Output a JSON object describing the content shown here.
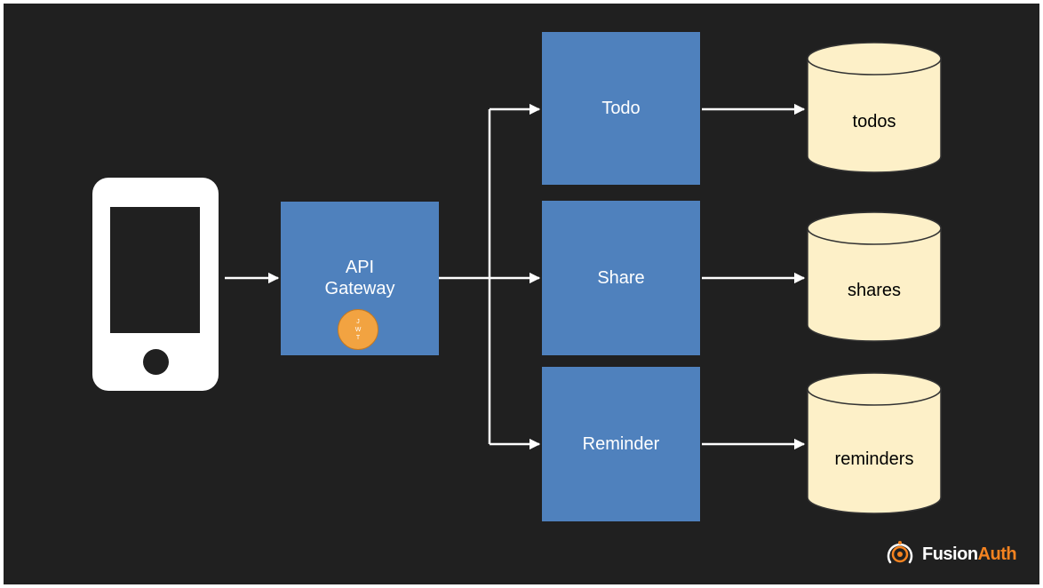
{
  "diagram": {
    "client": {
      "icon": "mobile-phone-icon"
    },
    "gateway": {
      "label": "API\nGateway",
      "badge": [
        "J",
        "W",
        "T"
      ]
    },
    "services": [
      {
        "label": "Todo"
      },
      {
        "label": "Share"
      },
      {
        "label": "Reminder"
      }
    ],
    "databases": [
      {
        "label": "todos"
      },
      {
        "label": "shares"
      },
      {
        "label": "reminders"
      }
    ]
  },
  "brand": {
    "name_part1": "Fusion",
    "name_part2": "Auth",
    "icon": "fusionauth-logo-icon"
  },
  "colors": {
    "background": "#202020",
    "service_box": "#4f81bd",
    "database_fill": "#fdf0c8",
    "jwt_badge": "#f2a341",
    "connector": "#ffffff",
    "brand_accent": "#f58320"
  }
}
